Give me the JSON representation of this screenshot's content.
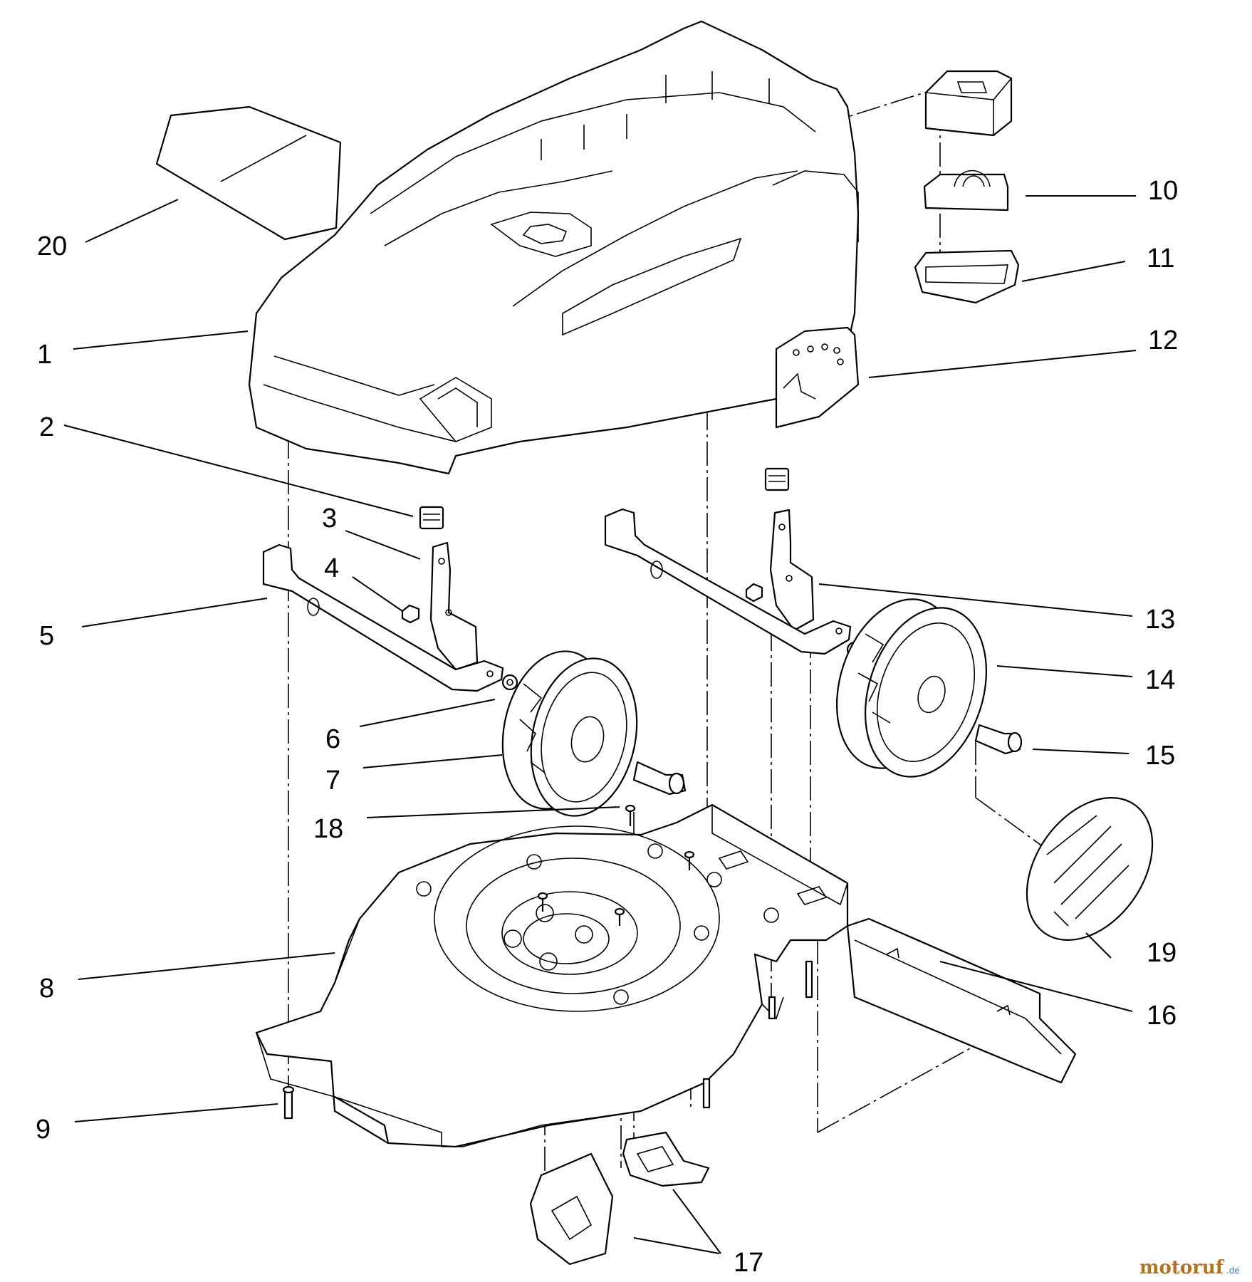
{
  "callouts": [
    "1",
    "2",
    "3",
    "4",
    "5",
    "6",
    "7",
    "8",
    "9",
    "10",
    "11",
    "12",
    "13",
    "14",
    "15",
    "16",
    "17",
    "18",
    "19",
    "20"
  ],
  "watermark": {
    "main": "motoruf",
    "suffix": ".de",
    "main_color": "#b5711c",
    "suffix_color": "#3a6ea5"
  }
}
